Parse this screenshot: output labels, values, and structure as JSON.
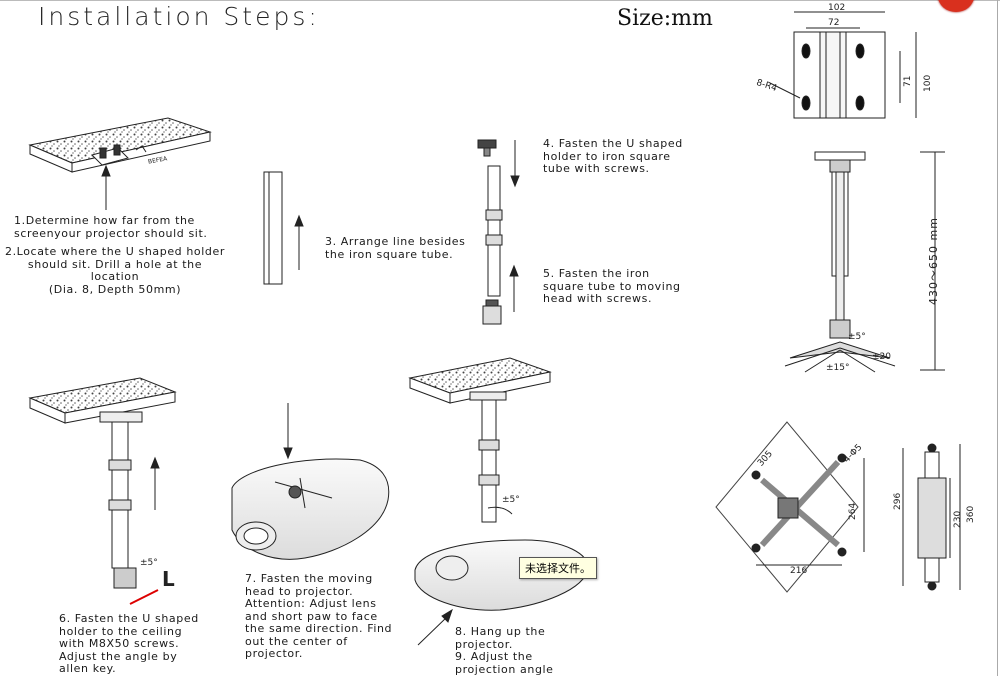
{
  "header": {
    "title": "Installation Steps:",
    "size_label": "Size:mm"
  },
  "steps": {
    "s1": "1.Determine how far from the\nscreenyour projector should sit.",
    "s2": "2.Locate where the U shaped holder\nshould sit. Drill a hole at the location\n(Dia. 8, Depth 50mm)",
    "s3": "3. Arrange line besides\nthe iron square tube.",
    "s4": "4. Fasten the U shaped\nholder to iron square\ntube with screws.",
    "s5": "5. Fasten the iron\nsquare tube to moving\nhead with screws.",
    "s6": "6. Fasten the U shaped\nholder to the ceiling\nwith M8X50 screws.\nAdjust the angle by\nallen key.",
    "s7": "7. Fasten the moving\nhead to projector.\nAttention: Adjust lens\nand short paw to face\nthe same direction. Find\nout the center of\nprojector.",
    "s8": "8. Hang up the\nprojector.\n9. Adjust the\nprojection angle"
  },
  "dims": {
    "plate_w": "102",
    "plate_inner": "72",
    "plate_h": "100",
    "plate_hole": "71",
    "holes": "8-R4",
    "length": "430～650 mm",
    "tilt": "±5°",
    "swivel": "±20",
    "rotate": "±15°",
    "spider_diag": "305",
    "spider_holes": "4-Φ5",
    "spider_h": "264",
    "spider_w": "216",
    "side_total": "296",
    "side_a": "360",
    "side_b": "230",
    "tilt6": "±5°",
    "tilt8": "±5°",
    "key_letter": "L",
    "plate_mark": "BEFEA"
  },
  "tooltip": "未选择文件。"
}
